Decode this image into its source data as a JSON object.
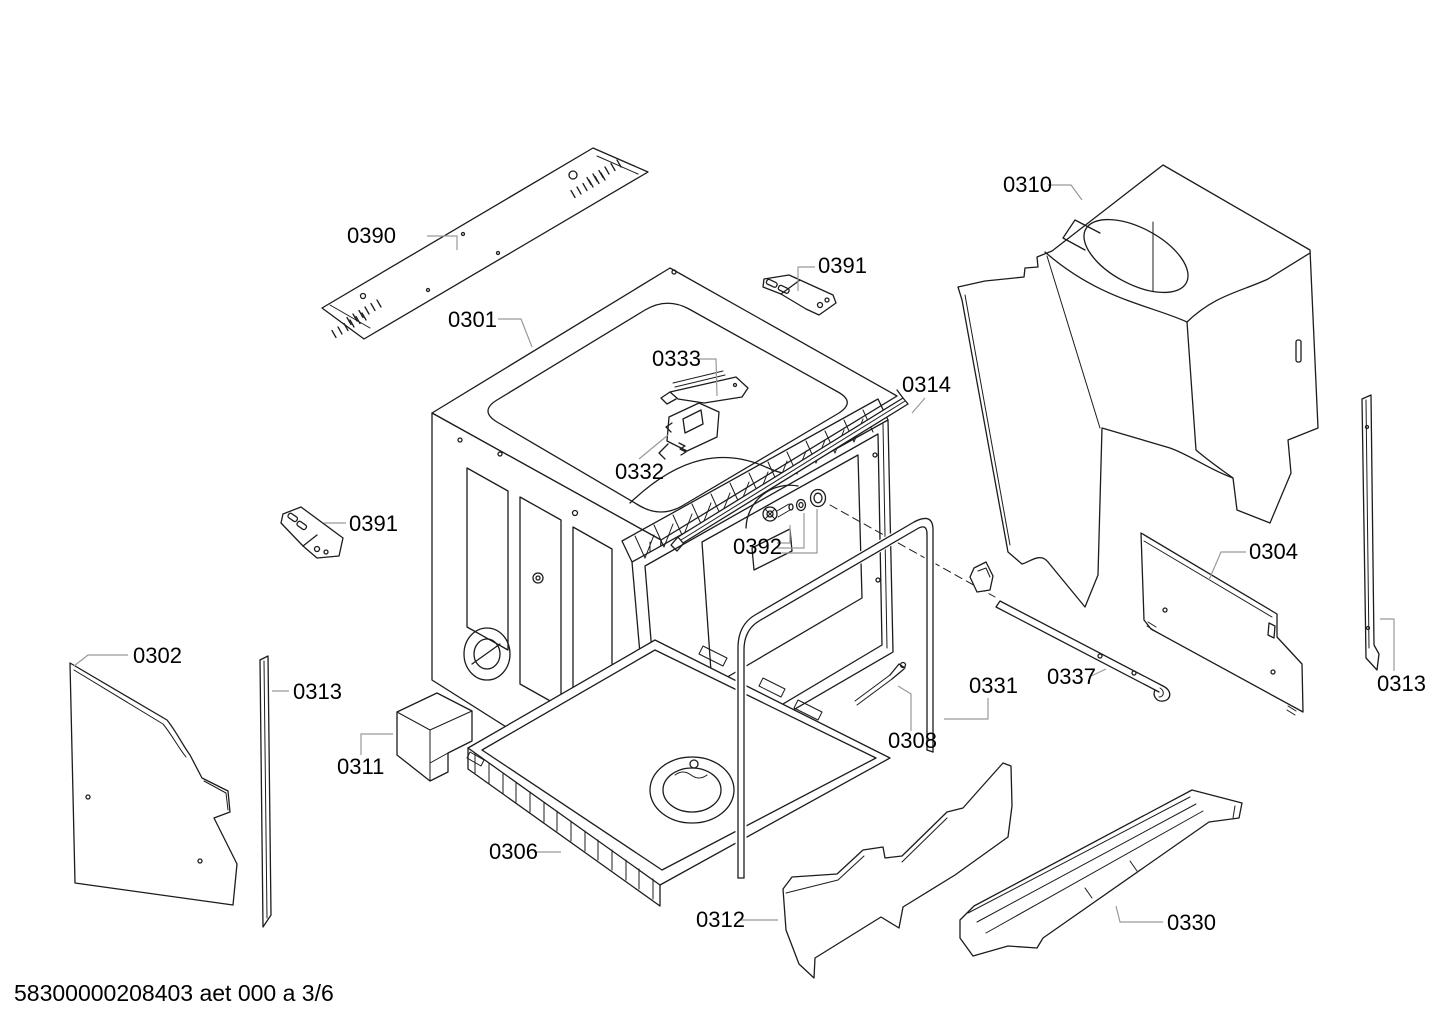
{
  "document": {
    "footer_code": "58300000208403 aet 000 a 3/6",
    "page_background": "#ffffff",
    "drawing_line_color": "#1c1c1c",
    "leader_line_color": "#9a9a9a",
    "label_text_color": "#000000"
  },
  "callouts": [
    {
      "ref": "0390"
    },
    {
      "ref": "0301"
    },
    {
      "ref": "0333"
    },
    {
      "ref": "0391"
    },
    {
      "ref": "0314"
    },
    {
      "ref": "0310"
    },
    {
      "ref": "0332"
    },
    {
      "ref": "0391"
    },
    {
      "ref": "0392"
    },
    {
      "ref": "0304"
    },
    {
      "ref": "0302"
    },
    {
      "ref": "0313"
    },
    {
      "ref": "0311"
    },
    {
      "ref": "0331"
    },
    {
      "ref": "0337"
    },
    {
      "ref": "0308"
    },
    {
      "ref": "0313"
    },
    {
      "ref": "0306"
    },
    {
      "ref": "0312"
    },
    {
      "ref": "0330"
    }
  ]
}
